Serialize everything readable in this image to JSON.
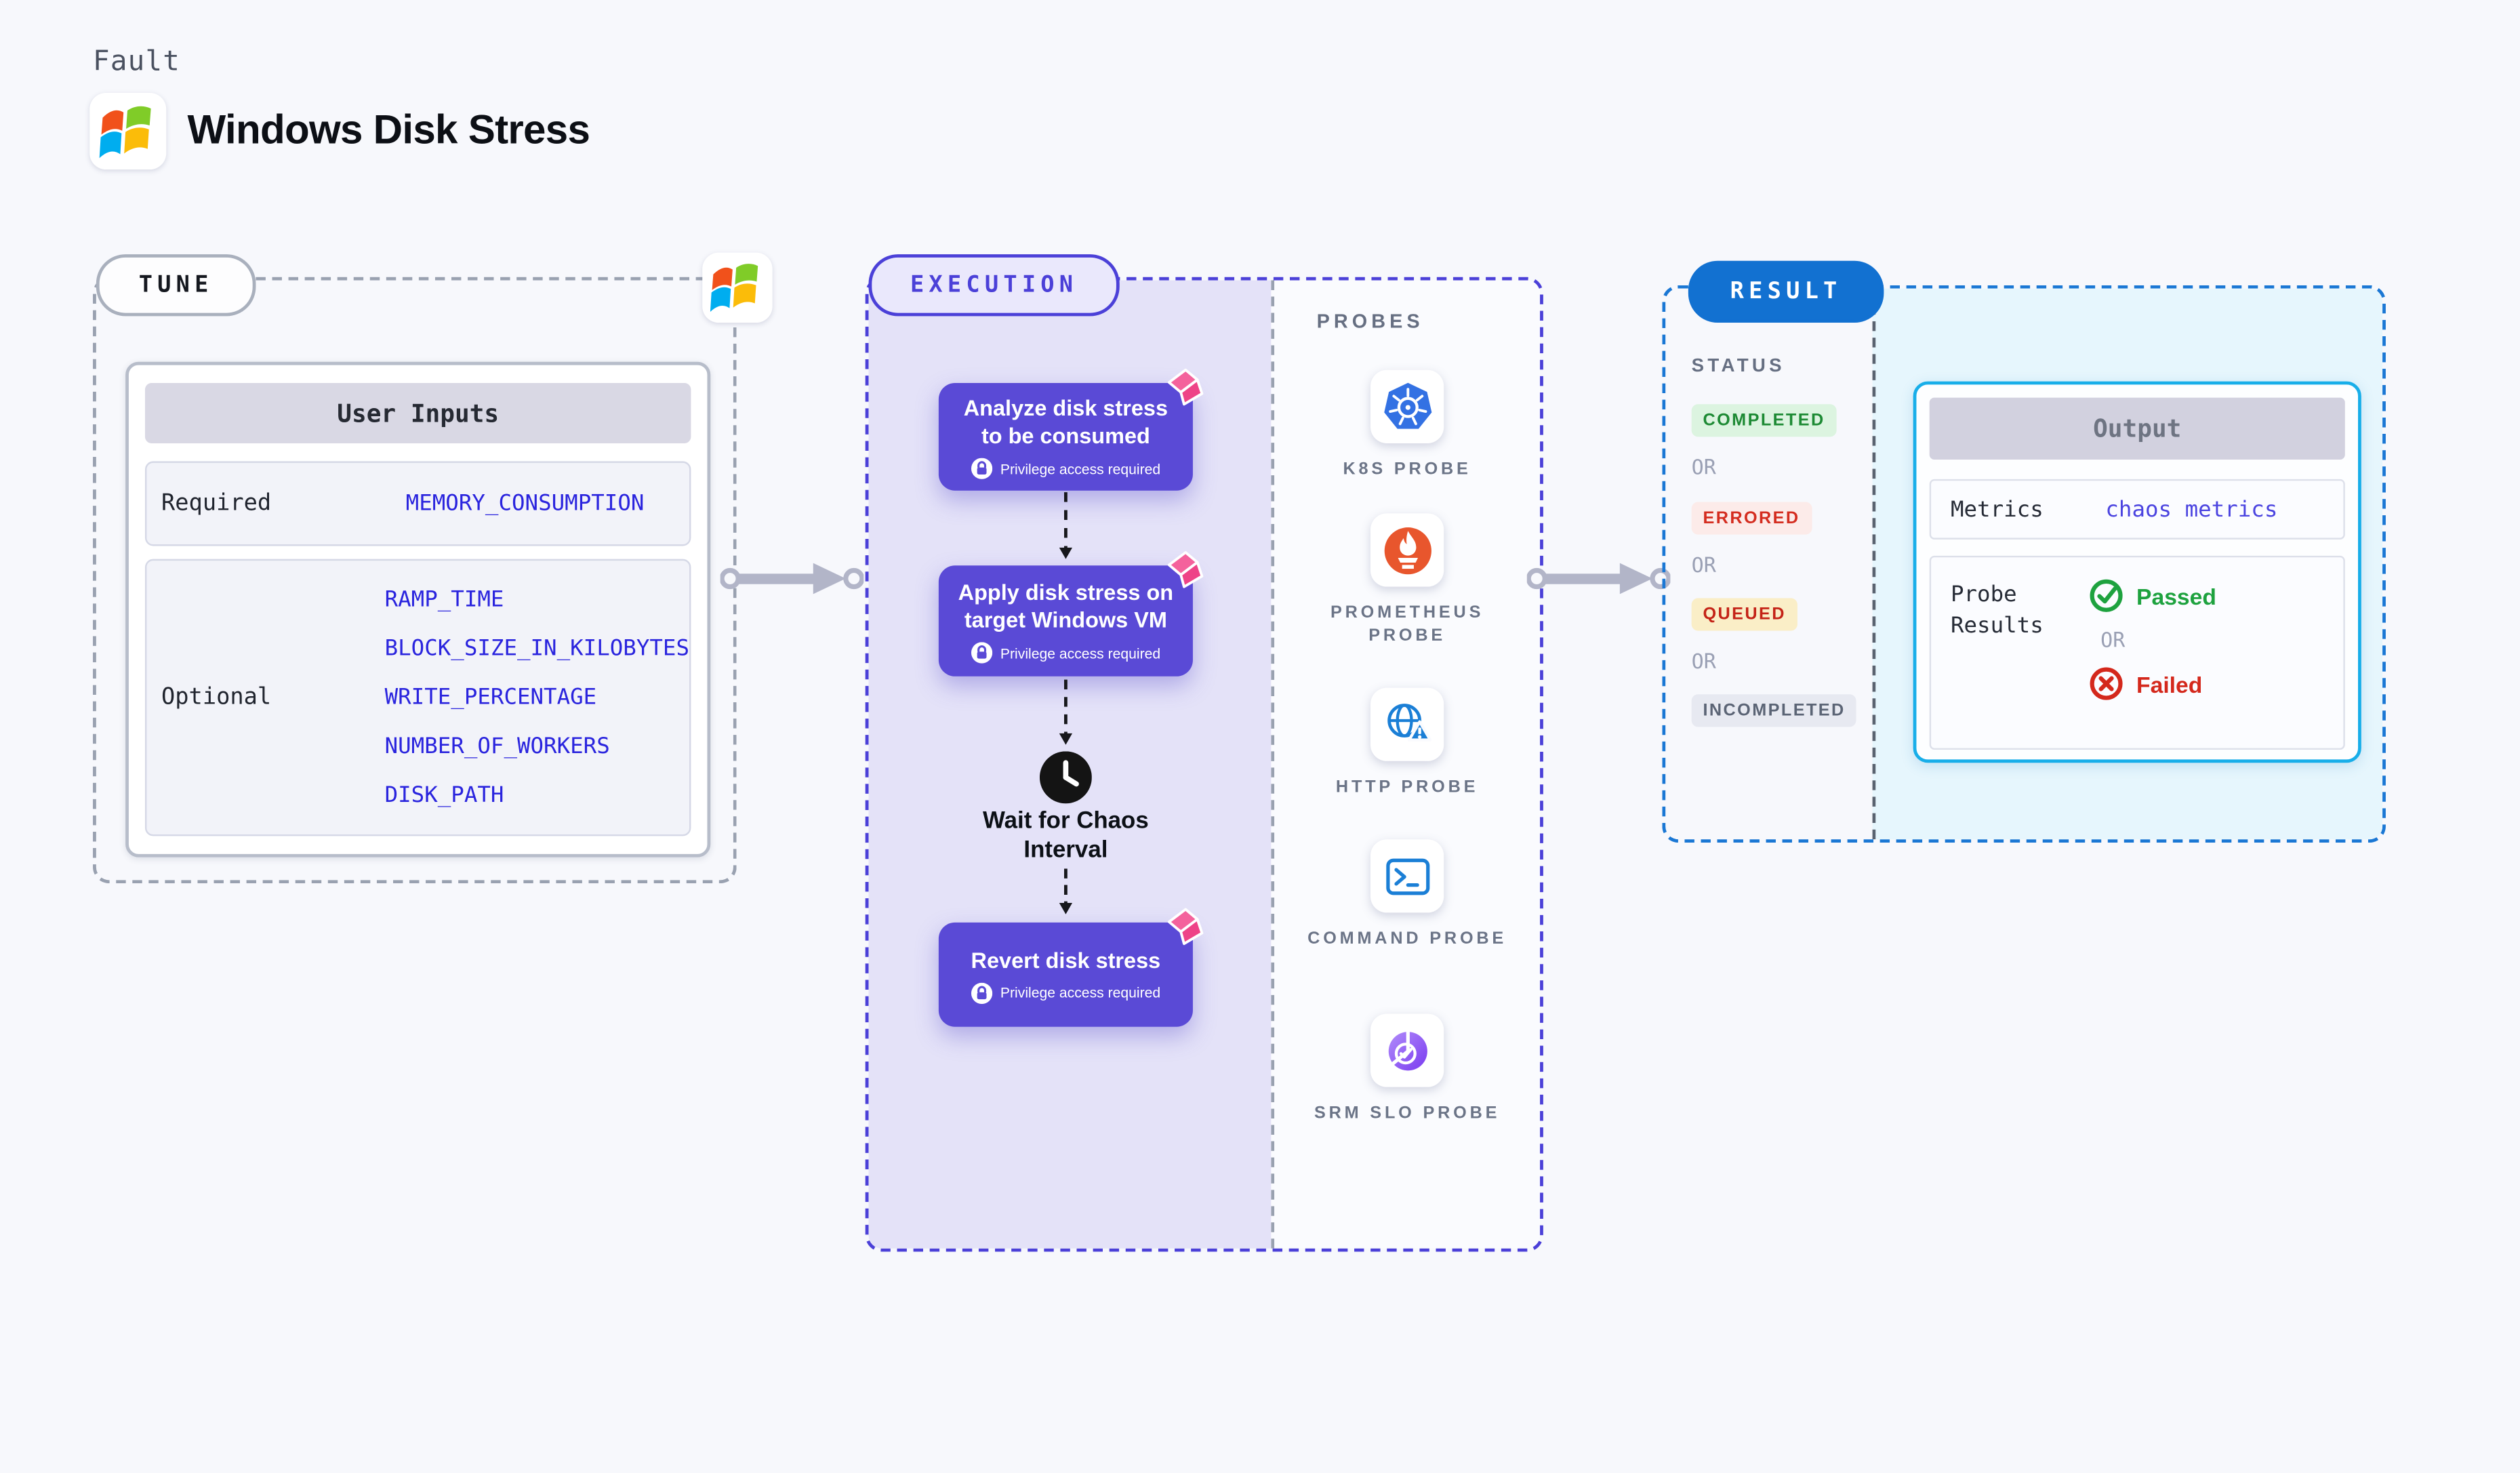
{
  "header": {
    "kicker": "Fault",
    "title": "Windows Disk Stress"
  },
  "tune": {
    "label": "TUNE",
    "table_title": "User Inputs",
    "required_label": "Required",
    "required_params": [
      "MEMORY_CONSUMPTION"
    ],
    "optional_label": "Optional",
    "optional_params": [
      "RAMP_TIME",
      "BLOCK_SIZE_IN_KILOBYTES",
      "WRITE_PERCENTAGE",
      "NUMBER_OF_WORKERS",
      "DISK_PATH"
    ]
  },
  "execution": {
    "label": "EXECUTION",
    "steps": [
      {
        "title": "Analyze disk stress\nto be consumed",
        "note": "Privilege access required"
      },
      {
        "title": "Apply disk stress on\ntarget Windows VM",
        "note": "Privilege access required"
      },
      {
        "title": "Revert disk stress",
        "note": "Privilege access required"
      }
    ],
    "wait_label": "Wait for Chaos\nInterval",
    "probes": {
      "label": "PROBES",
      "items": [
        "K8S PROBE",
        "PROMETHEUS PROBE",
        "HTTP PROBE",
        "COMMAND PROBE",
        "SRM SLO PROBE"
      ]
    }
  },
  "result": {
    "label": "RESULT",
    "status_label": "STATUS",
    "or_label": "OR",
    "statuses": [
      {
        "label": "COMPLETED",
        "type": "success"
      },
      {
        "label": "ERRORED",
        "type": "error"
      },
      {
        "label": "QUEUED",
        "type": "warning"
      },
      {
        "label": "INCOMPLETED",
        "type": "neutral"
      }
    ],
    "output": {
      "title": "Output",
      "metrics_label": "Metrics",
      "metrics_value": "chaos metrics",
      "probe_results_label": "Probe Results",
      "passed_label": "Passed",
      "failed_label": "Failed"
    }
  },
  "colors": {
    "page_bg": "#f7f8fc",
    "node_purple": "#5a4ad6",
    "execution_accent": "#4b40d8",
    "execution_panel": "#e4e2f8",
    "tune_border": "#99a1b0",
    "result_accent": "#1271d1",
    "output_border": "#18aee9",
    "output_panel": "#e6f6fd",
    "param_blue": "#2a24de",
    "metrics_indigo": "#4b44e0",
    "passed_green": "#1ea23f",
    "failed_red": "#d4281c",
    "completed_green": "#1d8a34",
    "errored_red": "#d42d20",
    "queued_yellow_bg": "#faeec7",
    "k8s_blue": "#3371e3",
    "prometheus_orange": "#e8562d",
    "probe_blue": "#1b7fd6",
    "srm_purple": "#8b5cf6",
    "chaos_pink": "#f0548f"
  },
  "icons": [
    "windows-logo-icon",
    "chaos-badge-icon",
    "lock-icon",
    "clock-icon",
    "kubernetes-icon",
    "prometheus-icon",
    "globe-warning-icon",
    "terminal-icon",
    "srm-slo-icon",
    "arrow-right-icon",
    "check-circle-icon",
    "x-circle-icon"
  ]
}
